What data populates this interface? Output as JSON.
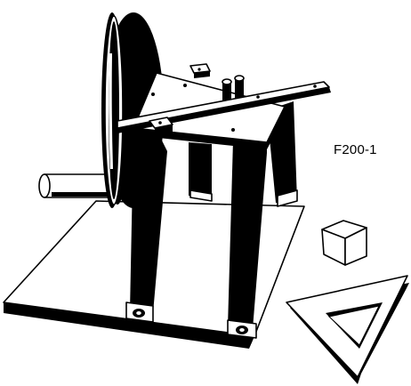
{
  "figure": {
    "label": "F200-1",
    "parts": [
      "base-plate",
      "shaft",
      "disc",
      "support-leg",
      "top-plate",
      "pointer-arm",
      "knob",
      "mounting-bolt",
      "cube",
      "triangle"
    ]
  },
  "colors": {
    "ink": "#000000",
    "paper": "#ffffff"
  }
}
